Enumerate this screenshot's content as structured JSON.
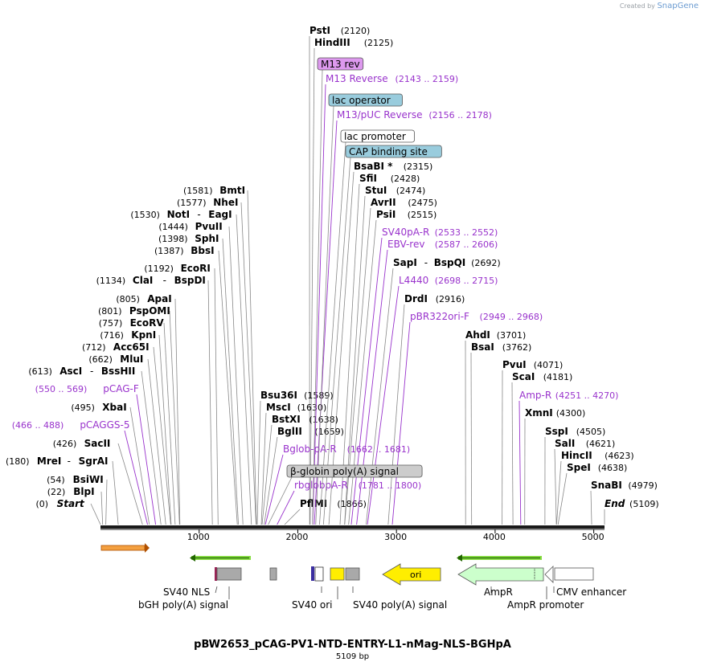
{
  "credit": {
    "created_by": "Created by",
    "brand": "SnapGene"
  },
  "title": "pBW2653_pCAG-PV1-NTD-ENTRY-L1-nMag-NLS-BGHpA",
  "subtitle": "5109 bp",
  "sequence_length": 5109,
  "colors": {
    "enzyme": "#000000",
    "primer": "#9933cc",
    "feature_line": "#9933cc",
    "site_line": "#888888"
  },
  "axis": {
    "ticks": [
      1000,
      2000,
      3000,
      4000,
      5000
    ],
    "tick_labels": [
      "1000",
      "2000",
      "3000",
      "4000",
      "5000"
    ]
  },
  "enzymes": [
    {
      "name": "PstI",
      "pos": "(2120)",
      "at": 2120,
      "side": "right"
    },
    {
      "name": "HindIII",
      "pos": "(2125)",
      "at": 2125,
      "side": "right"
    },
    {
      "name": "BsaBI *",
      "pos": "(2315)",
      "at": 2315,
      "side": "right"
    },
    {
      "name": "SfiI",
      "pos": "(2428)",
      "at": 2428,
      "side": "right"
    },
    {
      "name": "StuI",
      "pos": "(2474)",
      "at": 2474,
      "side": "right"
    },
    {
      "name": "AvrII",
      "pos": "(2475)",
      "at": 2475,
      "side": "right"
    },
    {
      "name": "PsiI",
      "pos": "(2515)",
      "at": 2515,
      "side": "right"
    },
    {
      "name": "SapI",
      "pos": "(2692)",
      "at": 2692,
      "side": "right",
      "alt": "BspQI"
    },
    {
      "name": "DrdI",
      "pos": "(2916)",
      "at": 2916,
      "side": "right"
    },
    {
      "name": "AhdI",
      "pos": "(3701)",
      "at": 3701,
      "side": "right"
    },
    {
      "name": "BsaI",
      "pos": "(3762)",
      "at": 3762,
      "side": "right"
    },
    {
      "name": "PvuI",
      "pos": "(4071)",
      "at": 4071,
      "side": "right"
    },
    {
      "name": "ScaI",
      "pos": "(4181)",
      "at": 4181,
      "side": "right"
    },
    {
      "name": "XmnI",
      "pos": "(4300)",
      "at": 4300,
      "side": "right"
    },
    {
      "name": "SspI",
      "pos": "(4505)",
      "at": 4505,
      "side": "right"
    },
    {
      "name": "SalI",
      "pos": "(4621)",
      "at": 4621,
      "side": "right"
    },
    {
      "name": "HincII",
      "pos": "(4623)",
      "at": 4623,
      "side": "right"
    },
    {
      "name": "SpeI",
      "pos": "(4638)",
      "at": 4638,
      "side": "right"
    },
    {
      "name": "SnaBI",
      "pos": "(4979)",
      "at": 4979,
      "side": "right"
    },
    {
      "name": "End",
      "pos": "(5109)",
      "at": 5109,
      "side": "right",
      "italic": true
    },
    {
      "name": "Bsu36I",
      "pos": "(1589)",
      "at": 1589,
      "side": "right"
    },
    {
      "name": "MscI",
      "pos": "(1630)",
      "at": 1630,
      "side": "right"
    },
    {
      "name": "BstXI",
      "pos": "(1638)",
      "at": 1638,
      "side": "right"
    },
    {
      "name": "BglII",
      "pos": "(1659)",
      "at": 1659,
      "side": "right"
    },
    {
      "name": "PflMI",
      "pos": "(1866)",
      "at": 1866,
      "side": "right"
    },
    {
      "name": "BmtI",
      "pos": "(1581)",
      "at": 1581,
      "side": "left"
    },
    {
      "name": "NheI",
      "pos": "(1577)",
      "at": 1577,
      "side": "left"
    },
    {
      "name": "NotI",
      "pos": "(1530)",
      "at": 1530,
      "side": "left",
      "alt": "EagI"
    },
    {
      "name": "PvuII",
      "pos": "(1444)",
      "at": 1444,
      "side": "left"
    },
    {
      "name": "SphI",
      "pos": "(1398)",
      "at": 1398,
      "side": "left"
    },
    {
      "name": "BbsI",
      "pos": "(1387)",
      "at": 1387,
      "side": "left"
    },
    {
      "name": "EcoRI",
      "pos": "(1192)",
      "at": 1192,
      "side": "left"
    },
    {
      "name": "ClaI",
      "pos": "(1134)",
      "at": 1134,
      "side": "left",
      "alt": "BspDI"
    },
    {
      "name": "ApaI",
      "pos": "(805)",
      "at": 805,
      "side": "left"
    },
    {
      "name": "PspOMI",
      "pos": "(801)",
      "at": 801,
      "side": "left"
    },
    {
      "name": "EcoRV",
      "pos": "(757)",
      "at": 757,
      "side": "left"
    },
    {
      "name": "KpnI",
      "pos": "(716)",
      "at": 716,
      "side": "left"
    },
    {
      "name": "Acc65I",
      "pos": "(712)",
      "at": 712,
      "side": "left"
    },
    {
      "name": "MluI",
      "pos": "(662)",
      "at": 662,
      "side": "left"
    },
    {
      "name": "AscI",
      "pos": "(613)",
      "at": 613,
      "side": "left",
      "alt": "BssHII"
    },
    {
      "name": "XbaI",
      "pos": "(495)",
      "at": 495,
      "side": "left"
    },
    {
      "name": "SacII",
      "pos": "(426)",
      "at": 426,
      "side": "left"
    },
    {
      "name": "MreI",
      "pos": "(180)",
      "at": 180,
      "side": "left",
      "alt": "SgrAI"
    },
    {
      "name": "BsiWI",
      "pos": "(54)",
      "at": 54,
      "side": "left"
    },
    {
      "name": "BlpI",
      "pos": "(22)",
      "at": 22,
      "side": "left"
    },
    {
      "name": "Start",
      "pos": "(0)",
      "at": 0,
      "side": "left",
      "italic": true
    }
  ],
  "primers": [
    {
      "name": "M13 Reverse",
      "range": "(2143 .. 2159)",
      "at": 2151
    },
    {
      "name": "M13/pUC Reverse",
      "range": "(2156 .. 2178)",
      "at": 2167
    },
    {
      "name": "SV40pA-R",
      "range": "(2533 .. 2552)",
      "at": 2542
    },
    {
      "name": "EBV-rev",
      "range": "(2587 .. 2606)",
      "at": 2596
    },
    {
      "name": "L4440",
      "range": "(2698 .. 2715)",
      "at": 2706
    },
    {
      "name": "pBR322ori-F",
      "range": "(2949 .. 2968)",
      "at": 2958
    },
    {
      "name": "Amp-R",
      "range": "(4251 .. 4270)",
      "at": 4260
    },
    {
      "name": "pCAG-F",
      "range": "(550 .. 569)",
      "at": 559
    },
    {
      "name": "pCAGGS-5",
      "range": "(466 .. 488)",
      "at": 477
    },
    {
      "name": "Bglob-pA-R",
      "range": "(1662 .. 1681)",
      "at": 1671
    },
    {
      "name": "rbglobpA-R",
      "range": "(1781 .. 1800)",
      "at": 1790
    }
  ],
  "features": [
    {
      "name": "M13 rev",
      "fill": "#dd99ee",
      "at": 2150
    },
    {
      "name": "lac operator",
      "fill": "#99ccdd",
      "at": 2182
    },
    {
      "name": "lac promoter",
      "fill": "#ffffff",
      "at": 2220
    },
    {
      "name": "CAP binding site",
      "fill": "#99ccdd",
      "at": 2260
    },
    {
      "name": "β-globin poly(A) signal",
      "fill": "#cccccc",
      "at": 1700
    }
  ],
  "track_labels": [
    {
      "text": "SV40 NLS"
    },
    {
      "text": "bGH poly(A) signal"
    },
    {
      "text": "SV40 ori"
    },
    {
      "text": "SV40 poly(A) signal"
    },
    {
      "text": "AmpR"
    },
    {
      "text": "AmpR promoter"
    },
    {
      "text": "CMV enhancer"
    },
    {
      "text": "ori"
    }
  ]
}
